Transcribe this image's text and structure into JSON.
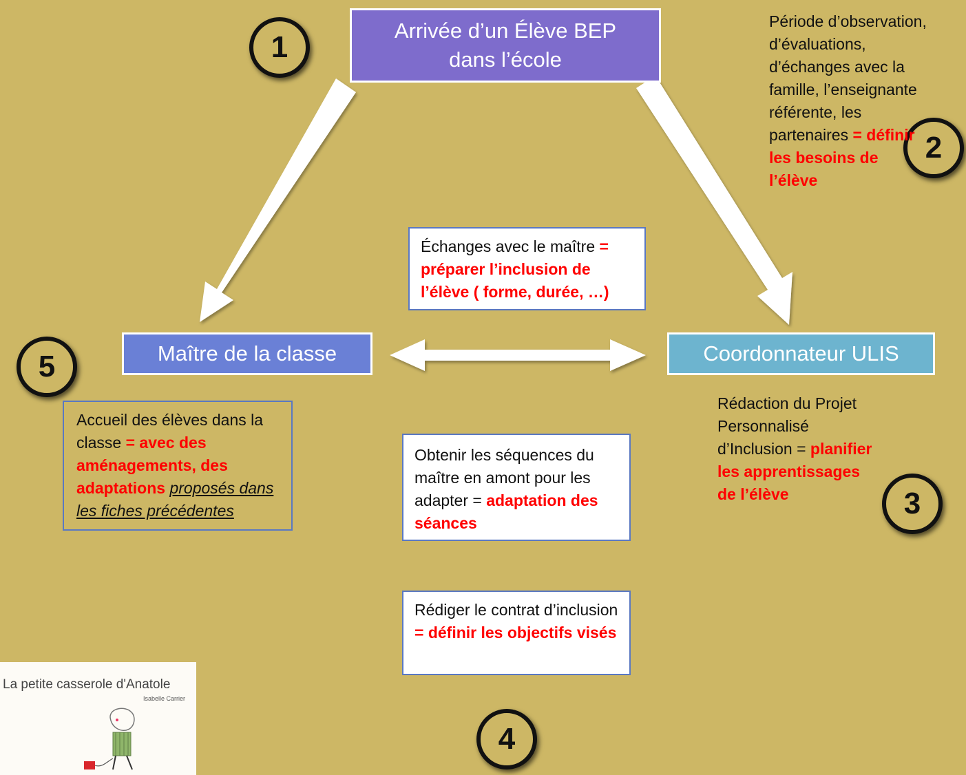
{
  "top_box": {
    "line1": "Arrivée d’un Élève BEP",
    "line2": "dans l’école"
  },
  "maitre_box": {
    "label": "Maître de la classe"
  },
  "coord_box": {
    "label": "Coordonnateur ULIS"
  },
  "badges": {
    "b1": "1",
    "b2": "2",
    "b3": "3",
    "b4": "4",
    "b5": "5"
  },
  "step2": {
    "text": "Période d’observation, d’évaluations, d’échanges avec la famille, l’enseignante référente, les partenaires ",
    "emph": "= définir les besoins de l’élève"
  },
  "exchange": {
    "text": "Échanges avec le maître ",
    "emph": "= préparer l’inclusion de l’élève ( forme, durée, …)"
  },
  "step3": {
    "text": "Rédaction du Projet Personnalisé d’Inclusion = ",
    "emph": "planifier les apprentissages de l’élève"
  },
  "sequences": {
    "text": "Obtenir les séquences du maître en amont pour les adapter = ",
    "emph": "adaptation des séances"
  },
  "contract": {
    "text": "Rédiger le contrat d’inclusion ",
    "emph": "= définir les objectifs visés"
  },
  "step5": {
    "text": "Accueil des élèves dans la classe ",
    "emph": "=  avec des aménagements, des adaptations",
    "note": "proposés dans les fiches précédentes"
  },
  "book": {
    "title": "La petite casserole d'Anatole",
    "author": "Isabelle Carrier"
  },
  "colors": {
    "background": "#cdb765",
    "top_box": "#7e6ccc",
    "maitre_box": "#6a80d6",
    "coord_box": "#6db4cf",
    "emphasis": "#ff0000"
  },
  "icons": [
    "arrow-down-left-icon",
    "arrow-down-right-icon",
    "double-arrow-icon",
    "character-illustration-icon"
  ]
}
